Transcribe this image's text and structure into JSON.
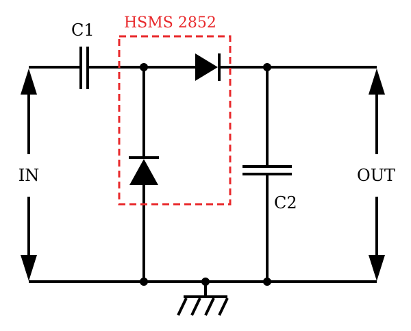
{
  "labels": {
    "c1": "C1",
    "c2": "C2",
    "in": "IN",
    "out": "OUT",
    "package": "HSMS 2852"
  },
  "colors": {
    "wire": "#000000",
    "package_box": "#e8282b"
  },
  "components": [
    {
      "name": "c1-capacitor",
      "type": "capacitor"
    },
    {
      "name": "c2-capacitor",
      "type": "capacitor"
    },
    {
      "name": "series-diode",
      "type": "diode"
    },
    {
      "name": "shunt-diode",
      "type": "diode"
    },
    {
      "name": "ground",
      "type": "ground-symbol"
    }
  ]
}
